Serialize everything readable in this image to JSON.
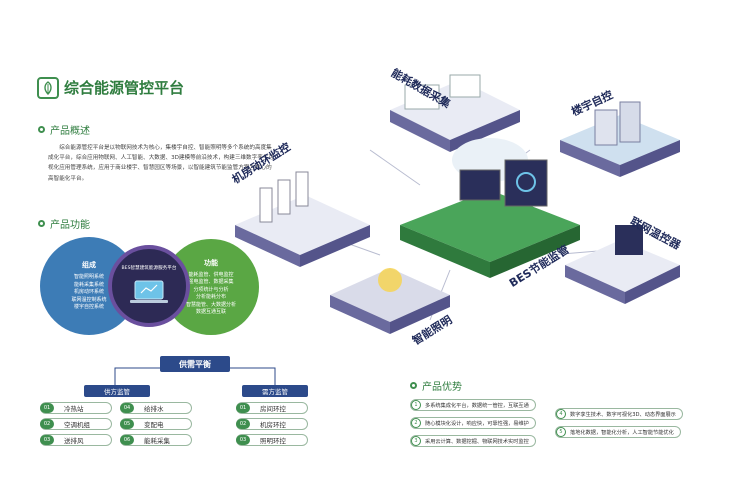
{
  "header": {
    "title": "综合能源管控平台"
  },
  "overview": {
    "heading": "产品概述",
    "text": "综合能源管控平台是以物联网技术为核心，集楼宇自控、智能照明等多个系统的高度集成化平台，综合应用物联网、人工智能、大数据、3D建模等前沿技术，构建三维数字孪生可视化应用管理系统，应用于商业楼宇、智慧园区等场景，以智能建筑节能监管方案为核心的高智能化平台。"
  },
  "functions": {
    "heading": "产品功能",
    "left": {
      "title": "组成",
      "items": [
        "智能照明系统",
        "能耗采集系统",
        "机房动环系统",
        "联网温控制系统",
        "楼宇自控系统"
      ]
    },
    "center": {
      "label": "BES智慧建筑能源服务平台"
    },
    "right": {
      "title": "功能",
      "items": [
        "能耗监管、供电监控",
        "强电监管、数据采集",
        "分项统计与分析",
        "分析能耗分布",
        "智慧能管、大数据分析",
        "数据互通互联"
      ]
    }
  },
  "balance": {
    "title": "供需平衡",
    "supply": {
      "header": "供方监管",
      "items": [
        {
          "num": "01",
          "label": "冷热站"
        },
        {
          "num": "04",
          "label": "给排水"
        },
        {
          "num": "02",
          "label": "空调机组"
        },
        {
          "num": "05",
          "label": "变配电"
        },
        {
          "num": "03",
          "label": "送排风"
        },
        {
          "num": "06",
          "label": "能耗采集"
        }
      ]
    },
    "demand": {
      "header": "需方监管",
      "items": [
        {
          "num": "01",
          "label": "房间环控"
        },
        {
          "num": "02",
          "label": "机房环控"
        },
        {
          "num": "03",
          "label": "照明环控"
        }
      ]
    }
  },
  "advantages": {
    "heading": "产品优势",
    "items": [
      {
        "num": "1",
        "text": "多系统集成化平台，数据统一管控，互联互通"
      },
      {
        "num": "2",
        "text": "随心模块化设计，响应快，可靠性强，易维护"
      },
      {
        "num": "3",
        "text": "采用云计算、数据挖掘、物联网技术实时监控"
      },
      {
        "num": "4",
        "text": "数字孪生技术、数字可视化3D、动态界面展示"
      },
      {
        "num": "5",
        "text": "落地化数据，智能化分析，人工智能节能优化"
      }
    ]
  },
  "isometric": {
    "energy_collection": "能耗数据采集",
    "building_control": "楼宇自控",
    "machine_room": "机房动环监控",
    "bes": "BES节能监管",
    "temp_control": "联网温控器",
    "lighting": "智能照明"
  },
  "colors": {
    "green": "#3f8f4f",
    "navy": "#2c4a8a",
    "tile_purple": "#6a6a9e",
    "tile_green": "#4aa55a"
  }
}
